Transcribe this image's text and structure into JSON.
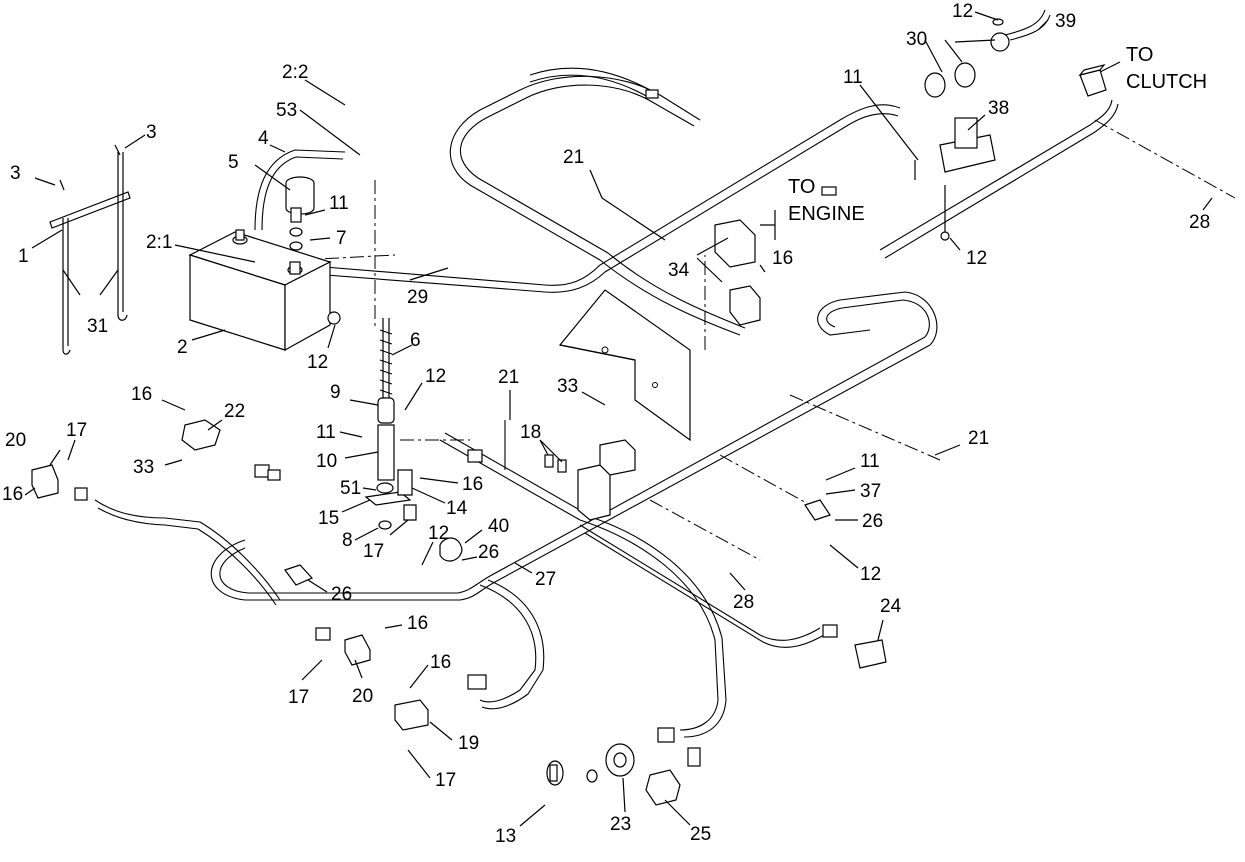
{
  "notes": {
    "to_clutch_1": "TO",
    "to_clutch_2": "CLUTCH",
    "to_engine_1": "TO",
    "to_engine_2": "ENGINE"
  },
  "callouts": [
    {
      "id": "c-12-top",
      "text": "12"
    },
    {
      "id": "c-39",
      "text": "39"
    },
    {
      "id": "c-30",
      "text": "30"
    },
    {
      "id": "c-11-top",
      "text": "11"
    },
    {
      "id": "c-38",
      "text": "38"
    },
    {
      "id": "c-2-2",
      "text": "2:2"
    },
    {
      "id": "c-53",
      "text": "53"
    },
    {
      "id": "c-4",
      "text": "4"
    },
    {
      "id": "c-3-right",
      "text": "3"
    },
    {
      "id": "c-3-left",
      "text": "3"
    },
    {
      "id": "c-5",
      "text": "5"
    },
    {
      "id": "c-11-bolt",
      "text": "11"
    },
    {
      "id": "c-7",
      "text": "7"
    },
    {
      "id": "c-2-1",
      "text": "2:1"
    },
    {
      "id": "c-1",
      "text": "1"
    },
    {
      "id": "c-31",
      "text": "31"
    },
    {
      "id": "c-2",
      "text": "2"
    },
    {
      "id": "c-12-battery",
      "text": "12"
    },
    {
      "id": "c-29",
      "text": "29"
    },
    {
      "id": "c-21-top",
      "text": "21"
    },
    {
      "id": "c-34",
      "text": "34"
    },
    {
      "id": "c-16-relay",
      "text": "16"
    },
    {
      "id": "c-12-right",
      "text": "12"
    },
    {
      "id": "c-28-right",
      "text": "28"
    },
    {
      "id": "c-6",
      "text": "6"
    },
    {
      "id": "c-9",
      "text": "9"
    },
    {
      "id": "c-12-mid",
      "text": "12"
    },
    {
      "id": "c-21-mid",
      "text": "21"
    },
    {
      "id": "c-33-mid",
      "text": "33"
    },
    {
      "id": "c-16-left",
      "text": "16"
    },
    {
      "id": "c-22",
      "text": "22"
    },
    {
      "id": "c-20-left",
      "text": "20"
    },
    {
      "id": "c-17-left",
      "text": "17"
    },
    {
      "id": "c-33-left",
      "text": "33"
    },
    {
      "id": "c-16-far-left",
      "text": "16"
    },
    {
      "id": "c-11-mid",
      "text": "11"
    },
    {
      "id": "c-10",
      "text": "10"
    },
    {
      "id": "c-18",
      "text": "18"
    },
    {
      "id": "c-51",
      "text": "51"
    },
    {
      "id": "c-14",
      "text": "14"
    },
    {
      "id": "c-16-switch",
      "text": "16"
    },
    {
      "id": "c-15",
      "text": "15"
    },
    {
      "id": "c-8",
      "text": "8"
    },
    {
      "id": "c-17-mid",
      "text": "17"
    },
    {
      "id": "c-12-lower",
      "text": "12"
    },
    {
      "id": "c-40",
      "text": "40"
    },
    {
      "id": "c-26-mid",
      "text": "26"
    },
    {
      "id": "c-27",
      "text": "27"
    },
    {
      "id": "c-21-right",
      "text": "21"
    },
    {
      "id": "c-11-right",
      "text": "11"
    },
    {
      "id": "c-37",
      "text": "37"
    },
    {
      "id": "c-26-right",
      "text": "26"
    },
    {
      "id": "c-12-bottom-right",
      "text": "12"
    },
    {
      "id": "c-28-mid",
      "text": "28"
    },
    {
      "id": "c-26-left",
      "text": "26"
    },
    {
      "id": "c-16-lower",
      "text": "16"
    },
    {
      "id": "c-17-lower-left",
      "text": "17"
    },
    {
      "id": "c-20-lower",
      "text": "20"
    },
    {
      "id": "c-16-bottom",
      "text": "16"
    },
    {
      "id": "c-24",
      "text": "24"
    },
    {
      "id": "c-19",
      "text": "19"
    },
    {
      "id": "c-17-bottom",
      "text": "17"
    },
    {
      "id": "c-13",
      "text": "13"
    },
    {
      "id": "c-23",
      "text": "23"
    },
    {
      "id": "c-25",
      "text": "25"
    }
  ]
}
